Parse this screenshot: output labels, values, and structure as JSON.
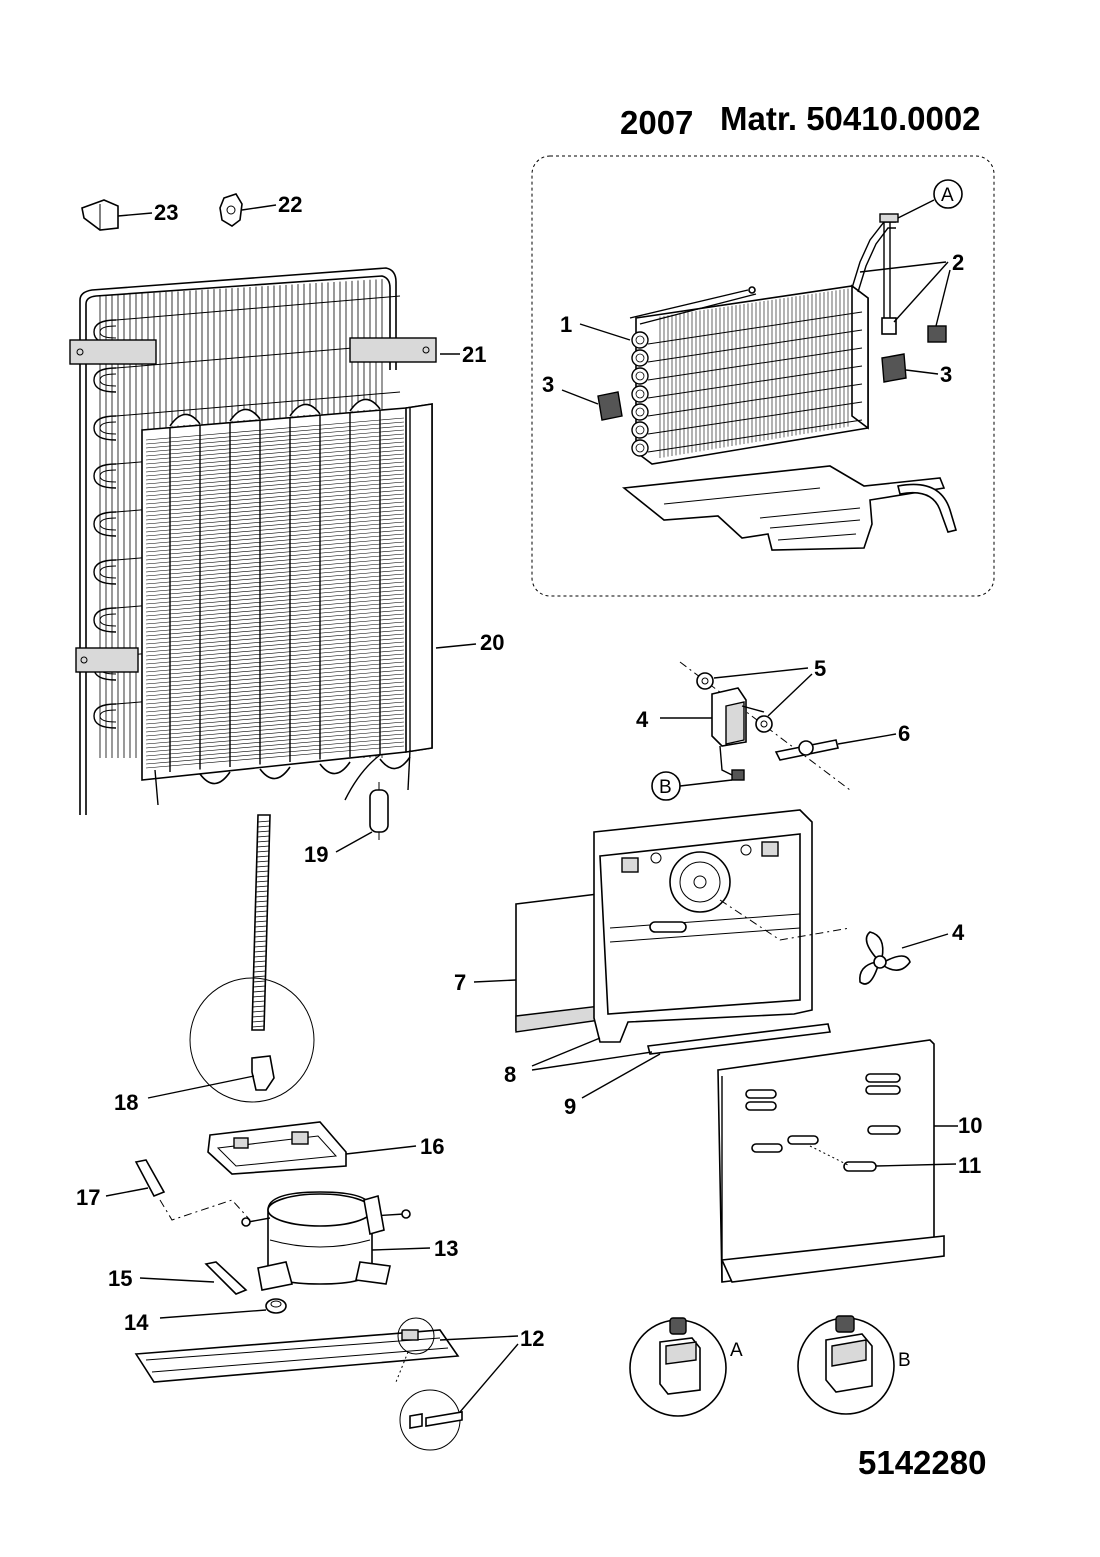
{
  "header": {
    "year": "2007",
    "matr": "Matr. 50410.0002"
  },
  "footer": {
    "code": "5142280"
  },
  "callouts": {
    "c1": "1",
    "c2": "2",
    "c3a": "3",
    "c3b": "3",
    "c4a": "4",
    "c4b": "4",
    "c5": "5",
    "c6": "6",
    "c7": "7",
    "c8": "8",
    "c9": "9",
    "c10": "10",
    "c11": "11",
    "c12": "12",
    "c13": "13",
    "c14": "14",
    "c15": "15",
    "c16": "16",
    "c17": "17",
    "c18": "18",
    "c19": "19",
    "c20": "20",
    "c21": "21",
    "c22": "22",
    "c23": "23"
  },
  "connector_refs": {
    "a_circle": "A",
    "b_circle": "B",
    "a_detail": "A",
    "b_detail": "B"
  },
  "icons": [
    "condenser-icon",
    "evaporator-icon",
    "compressor-icon",
    "fan-motor-icon",
    "fan-blade-icon",
    "connector-icon"
  ]
}
